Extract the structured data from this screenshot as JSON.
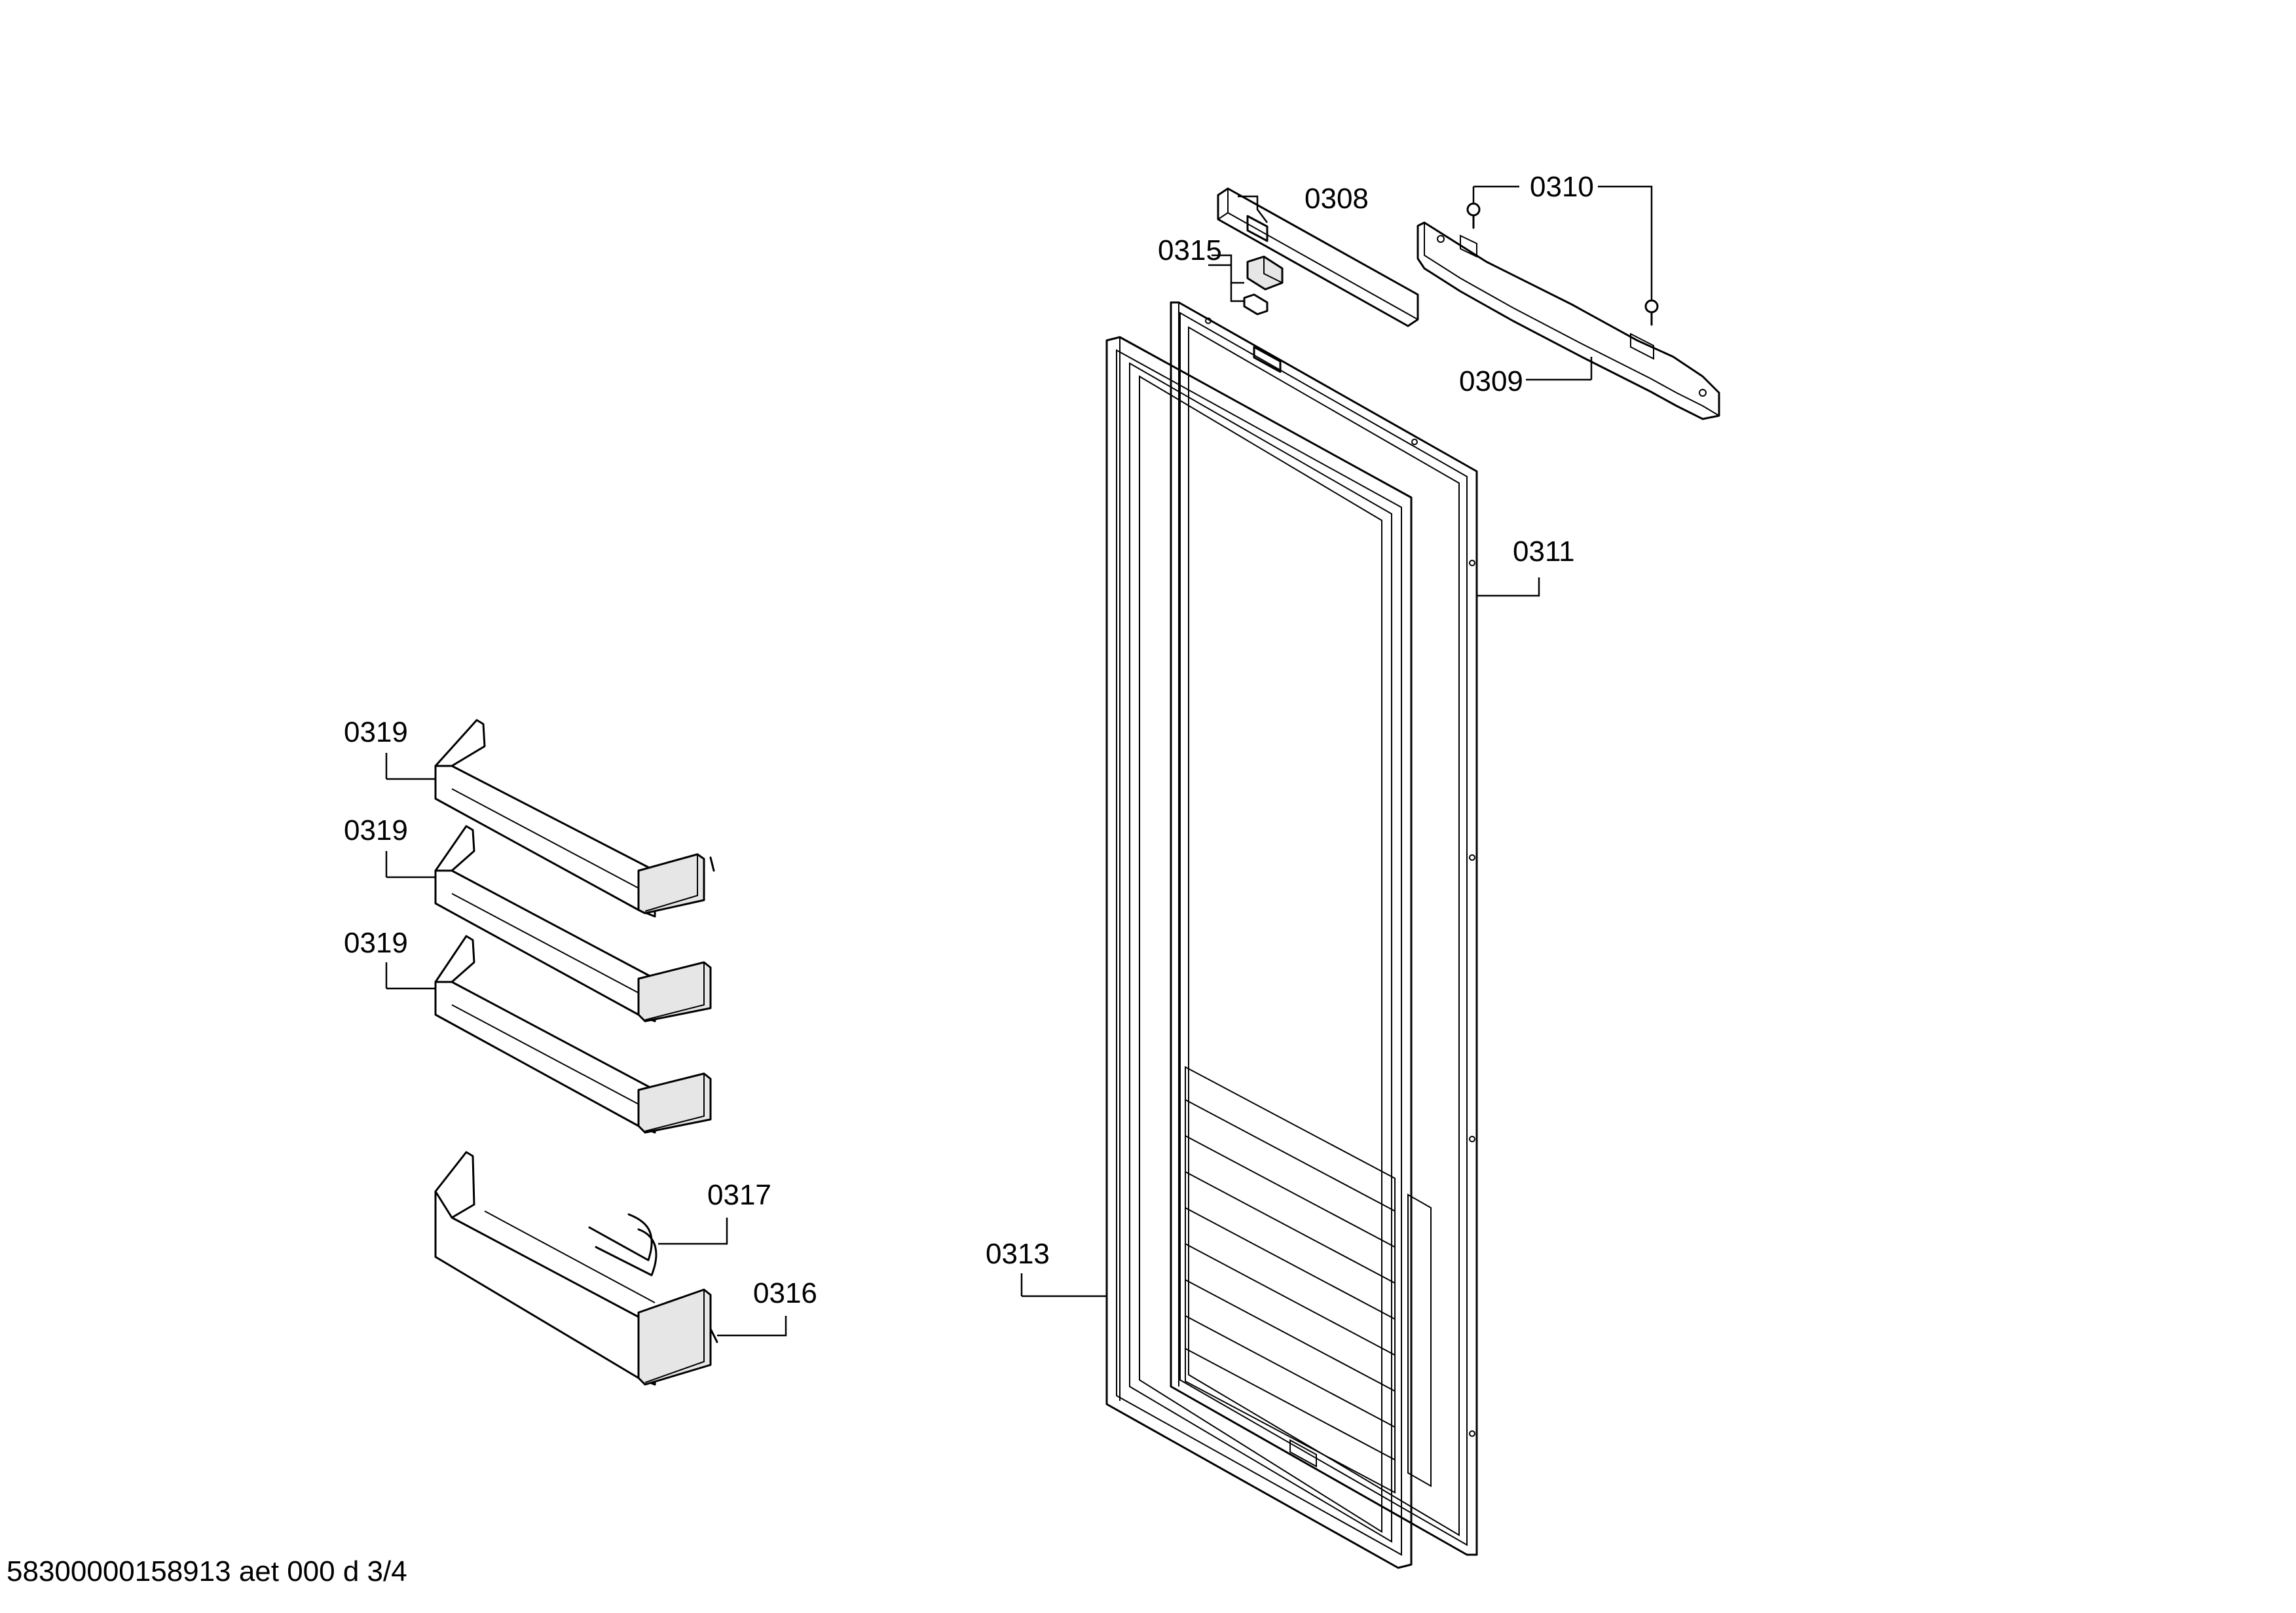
{
  "labels": {
    "p0308": "0308",
    "p0310": "0310",
    "p0315": "0315",
    "p0309": "0309",
    "p0311": "0311",
    "p0319a": "0319",
    "p0319b": "0319",
    "p0319c": "0319",
    "p0317": "0317",
    "p0313": "0313",
    "p0316": "0316"
  },
  "footer": "58300000158913 aet 000 d 3/4"
}
